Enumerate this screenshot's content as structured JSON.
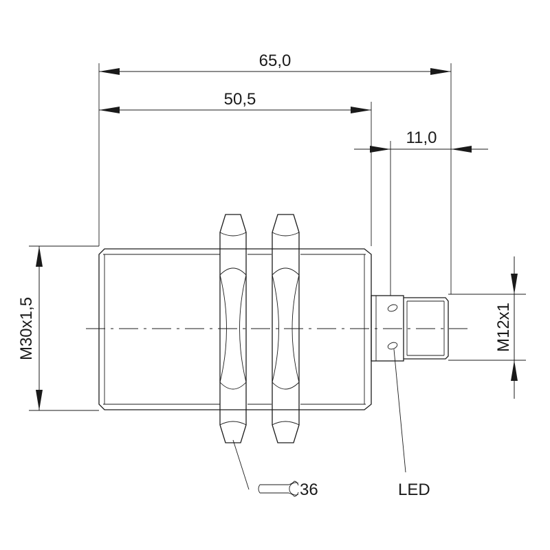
{
  "dimensions": {
    "overall_length": "65,0",
    "housing_length": "50,5",
    "connector_length": "11,0",
    "thread_main": "M30x1,5",
    "thread_connector": "M12x1"
  },
  "callouts": {
    "wrench_size": "36",
    "led": "LED"
  },
  "icons": {
    "wrench": "open-end-wrench-icon"
  },
  "colors": {
    "line": "#1a1a1a",
    "background": "#ffffff"
  }
}
